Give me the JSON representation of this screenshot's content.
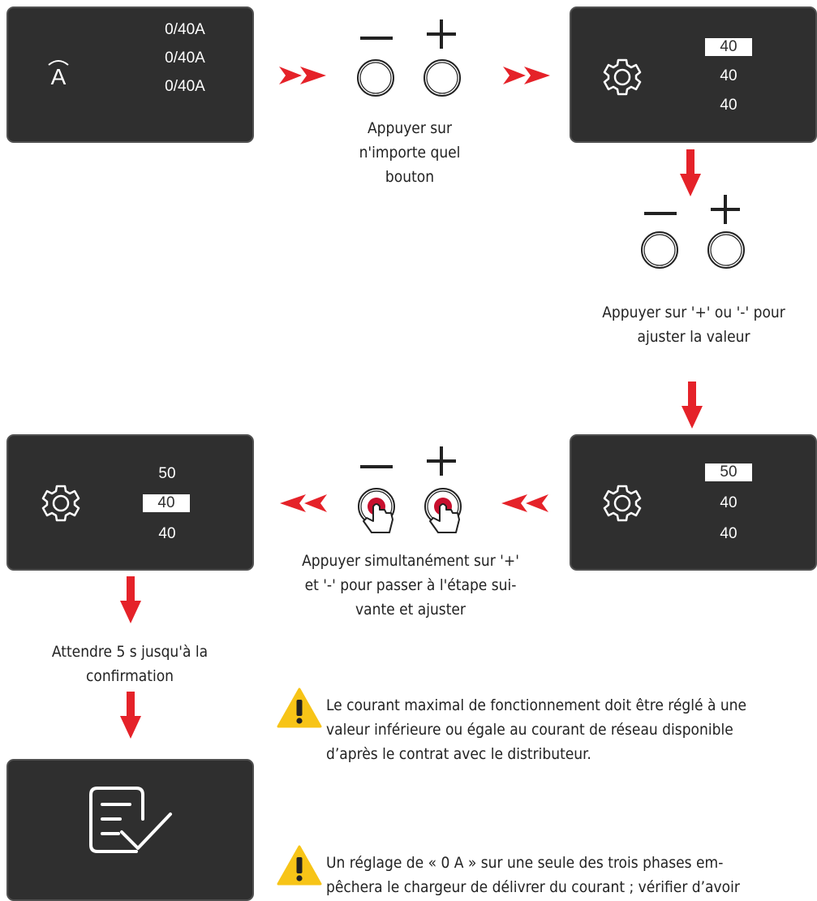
{
  "panels": {
    "current": {
      "values": [
        "0/40A",
        "0/40A",
        "0/40A"
      ]
    },
    "setting_1": {
      "values": [
        "40",
        "40",
        "40"
      ]
    },
    "setting_2": {
      "values": [
        "50",
        "40",
        "40"
      ]
    },
    "setting_3": {
      "values": [
        "50",
        "40",
        "40"
      ]
    }
  },
  "captions": {
    "press_any": [
      "Appuyer sur",
      "n'importe quel",
      "bouton"
    ],
    "adjust": [
      "Appuyer sur '+' ou '-' pour",
      "ajuster la valeur"
    ],
    "simultaneous": [
      "Appuyer simultanément sur '+'",
      "et '-' pour passer à l'étape sui-",
      "vante et ajuster"
    ],
    "wait": [
      "Attendre 5 s jusqu'à la",
      "confirmation"
    ]
  },
  "warnings": {
    "w1": [
      "Le courant maximal de fonctionnement doit être réglé à une",
      "valeur inférieure ou égale au courant de réseau disponible",
      "d’après le contrat avec le distributeur."
    ],
    "w2": [
      "Un réglage de « 0 A » sur une seule des trois phases em-",
      "pêchera le chargeur de délivrer du courant ; vérifier d’avoir"
    ]
  },
  "colors": {
    "arrow": "#e52229",
    "panel": "#2f2f2f",
    "warning": "#f7c417",
    "press": "#c8102e"
  },
  "icons": [
    "ampere-icon",
    "gear-icon",
    "minus-icon",
    "plus-icon",
    "button-circle-icon",
    "finger-press-icon",
    "checklist-confirm-icon",
    "warning-icon",
    "arrow-right-icon",
    "arrow-down-icon",
    "arrow-left-icon"
  ]
}
